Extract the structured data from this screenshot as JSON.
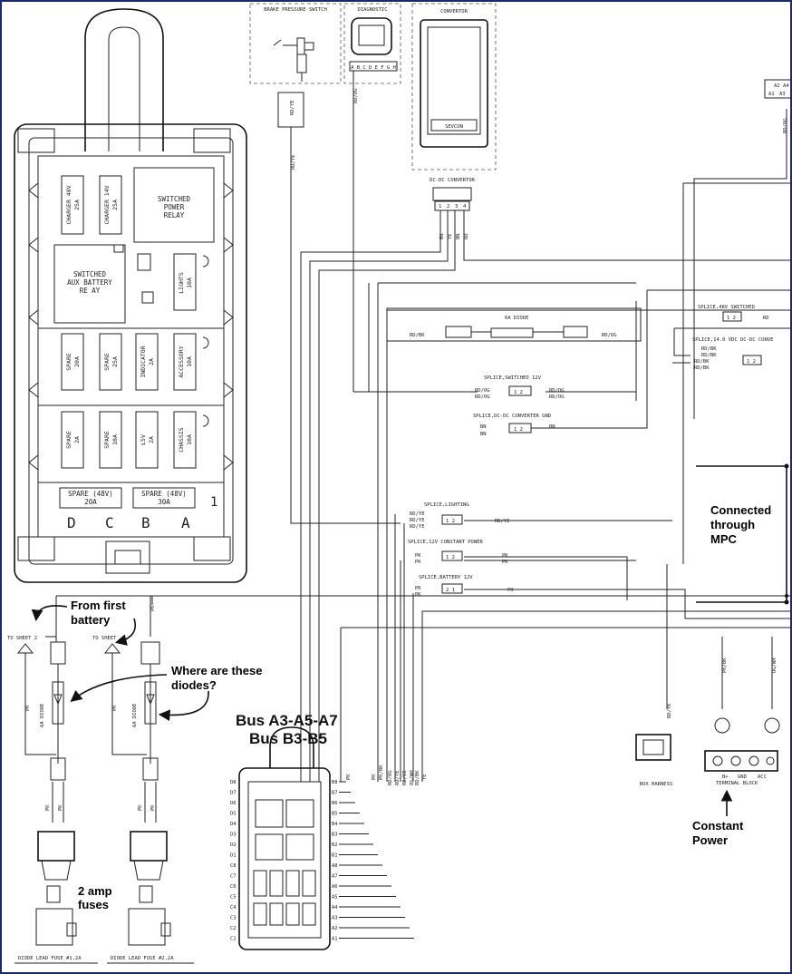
{
  "components": {
    "brake_switch": "BRAKE PRESSURE SWITCH",
    "diagnostic": "DIAGNOSTIC",
    "diag_pins": "A B C D E F G H",
    "convertor": "CONVERTOR",
    "convertor_brand": "SEVCON",
    "dcdc_connector": "DC-DC CONVERTOR",
    "dcdc_pins": [
      "1",
      "2",
      "3",
      "4"
    ],
    "dcdc_wires": [
      "BN",
      "YE",
      "BN",
      "RD"
    ],
    "box_harness": "BOX HARNESS",
    "terminal_block": "TERMINAL BLOCK",
    "terminal_labels": [
      "B+",
      "GND",
      "ACC"
    ]
  },
  "fuse_box": {
    "relay_power": [
      "SWITCHED",
      "POWER",
      "RELAY"
    ],
    "relay_aux": [
      "SWITCHED",
      "AUX BATTERY",
      "RE AY"
    ],
    "fuses_row1": [
      [
        "CHARGER 48V",
        "25A"
      ],
      [
        "CHARGER 14V",
        "25A"
      ]
    ],
    "fuse_lights": [
      "LIGHTS",
      "10A"
    ],
    "fuses_row2": [
      [
        "SPARE",
        "20A"
      ],
      [
        "SPARE",
        "25A"
      ],
      [
        "INDICATOR",
        "2A"
      ],
      [
        "ACCESSORY",
        "10A"
      ]
    ],
    "fuses_row3": [
      [
        "SPARE",
        "2A"
      ],
      [
        "SPARE",
        "10A"
      ],
      [
        "L5V",
        "2A"
      ],
      [
        "CHASSIS",
        "10A"
      ]
    ],
    "spare_48v": [
      "SPARE (48V)",
      "20A"
    ],
    "spare_48v_b": [
      "SPARE (48V)",
      "30A"
    ],
    "bus_letters": [
      "D",
      "C",
      "B",
      "A"
    ],
    "bus_1": "1"
  },
  "splices": {
    "switched_48v": "SPLICE,48V SWITCHED",
    "dcdc_14v": "SPLICE,14.0 VDC DC-DC CONVE",
    "diode_6a": "6A DIODE",
    "switched_12v": "SPLICE,SWITCHED 12V",
    "dcdc_gnd": "SPLICE,DC-DC CONVERTER GND",
    "lighting": "SPLICE,LIGHTING",
    "const_12v": "SPLICE,12V CONSTANT POWER",
    "battery_12v": "SPLICE,BATTERY 12V"
  },
  "wire_labels": {
    "rd_ye": "RD/YE",
    "rd_og": "RD/OG",
    "rd_bk": "RD/BK",
    "bn": "BN",
    "pk": "PK",
    "pk_bk": "PK/BK",
    "og_wh": "OG/WH",
    "rd": "RD",
    "rd_vi": "RD/VI",
    "rd_wh": "RD/WH",
    "ye": "YE",
    "og": "OG"
  },
  "diode_leads": {
    "to_sheet_2": "TO SHEET 2",
    "to_sheet": "TO SHEET",
    "diode": "6A DIODE",
    "pk": "PK",
    "fuse_1": "DIODE LEAD FUSE #1,2A",
    "fuse_2": "DIODE LEAD FUSE #2,2A"
  },
  "pin_labels": {
    "top_right": [
      "A2",
      "A4",
      "A1",
      "A3"
    ],
    "left_col": [
      "D8",
      "D7",
      "D6",
      "D5",
      "D4",
      "D3",
      "D2",
      "D1",
      "C8",
      "C7",
      "C6",
      "C5",
      "C4",
      "C3",
      "C2",
      "C1"
    ],
    "right_col": [
      "B8",
      "B7",
      "B6",
      "B5",
      "B4",
      "B3",
      "B2",
      "B1",
      "A8",
      "A7",
      "A6",
      "A5",
      "A4",
      "A3",
      "A2",
      "A1"
    ]
  },
  "annotations": {
    "first_battery": "From first battery",
    "diodes_q": "Where are these diodes?",
    "bus_line1": "Bus A3-A5-A7",
    "bus_line2": "Bus B3-B5",
    "two_amp": "2 amp fuses",
    "connected": "Connected through MPC",
    "constant_power": "Constant Power"
  }
}
